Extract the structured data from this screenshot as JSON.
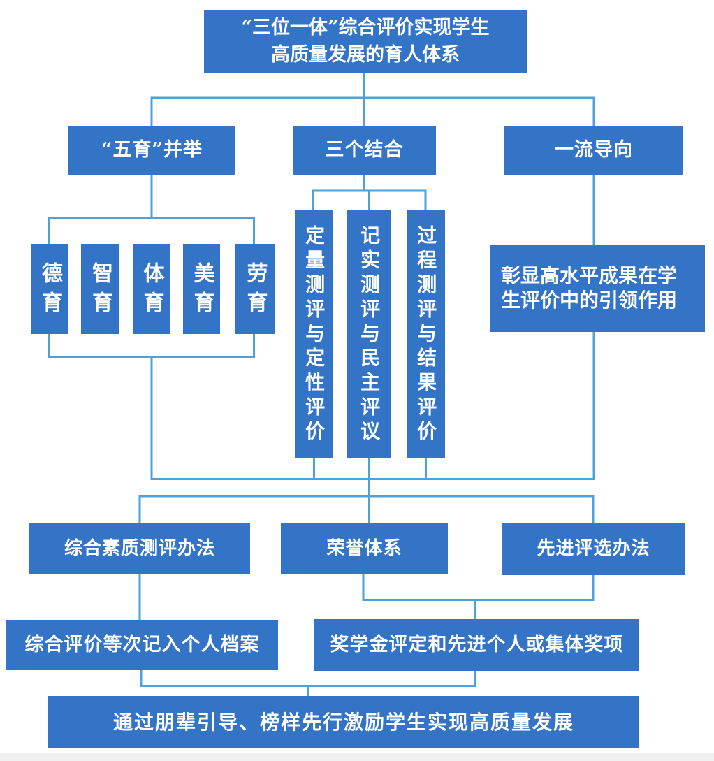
{
  "palette": {
    "box_blue": "#3474C6",
    "line_blue": "#4FA1DB",
    "footer_gray": "#f0f0f0",
    "text_color": "#ffffff"
  },
  "nodes": {
    "root": {
      "line1": "“三位一体”综合评价实现学生",
      "line2": "高质量发展的育人体系"
    },
    "branches": {
      "wuyu": "“五育”并举",
      "sange": "三个结合",
      "yiliu": "一流导向"
    },
    "five_edu": [
      {
        "label": "德育"
      },
      {
        "label": "智育"
      },
      {
        "label": "体育"
      },
      {
        "label": "美育"
      },
      {
        "label": "劳育"
      }
    ],
    "three_combine": [
      {
        "label": "定量测评与定性评价"
      },
      {
        "label": "记实测评与民主评议"
      },
      {
        "label": "过程测评与结果评价"
      }
    ],
    "first_class": {
      "line1": "彰显高水平成果在学",
      "line2": "生评价中的引领作用"
    },
    "methods": [
      {
        "label": "综合素质测评办法"
      },
      {
        "label": "荣誉体系"
      },
      {
        "label": "先进评选办法"
      }
    ],
    "outcomes": [
      {
        "label": "综合评价等次记入个人档案"
      },
      {
        "label": "奖学金评定和先进个人或集体奖项"
      }
    ],
    "bottom": {
      "label": "通过朋辈引导、榜样先行激励学生实现高质量发展"
    }
  }
}
